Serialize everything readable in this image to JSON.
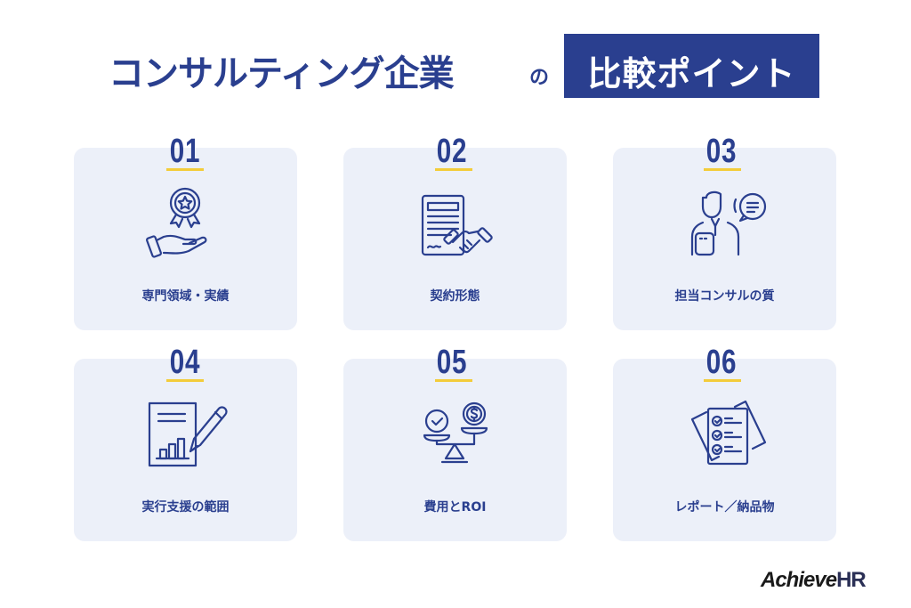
{
  "title": {
    "main": "コンサルティング企業",
    "particle": "の",
    "highlight": "比較ポイント"
  },
  "colors": {
    "primary": "#2a3f8f",
    "card_bg": "#ecf0f9",
    "accent_underline": "#f3cc3a"
  },
  "points": [
    {
      "number": "01",
      "label": "専門領域・実績",
      "icon": "award-medal-hand-icon"
    },
    {
      "number": "02",
      "label": "契約形態",
      "icon": "contract-handshake-icon"
    },
    {
      "number": "03",
      "label": "担当コンサルの質",
      "icon": "consultant-speech-bubble-icon"
    },
    {
      "number": "04",
      "label": "実行支援の範囲",
      "icon": "document-chart-pen-icon"
    },
    {
      "number": "05",
      "label": "費用とROI",
      "icon": "balance-scale-dollar-icon"
    },
    {
      "number": "06",
      "label": "レポート／納品物",
      "icon": "checklist-report-icon"
    }
  ],
  "logo": {
    "part1": "Achieve",
    "part2": "HR"
  }
}
